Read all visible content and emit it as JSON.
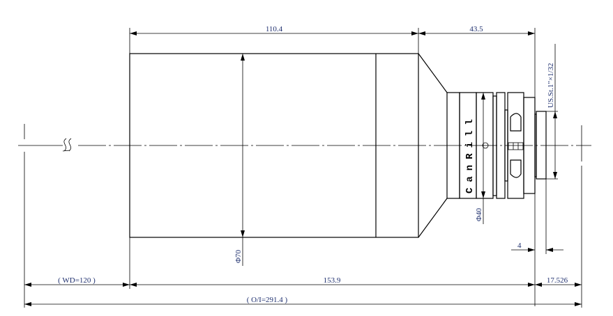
{
  "drawing": {
    "brand_label": "CanRill",
    "dimensions": {
      "body_length": "110.4",
      "mount_length": "43.5",
      "thread": "US.St.1\"×1/32",
      "barrel_diameter": "Φ70",
      "front_diameter": "Φ40",
      "flange_offset": "4",
      "working_distance": "( WD=120 )",
      "total_length": "153.9",
      "back_focal": "17.526",
      "object_to_image": "( O/I=291.4 )"
    }
  }
}
